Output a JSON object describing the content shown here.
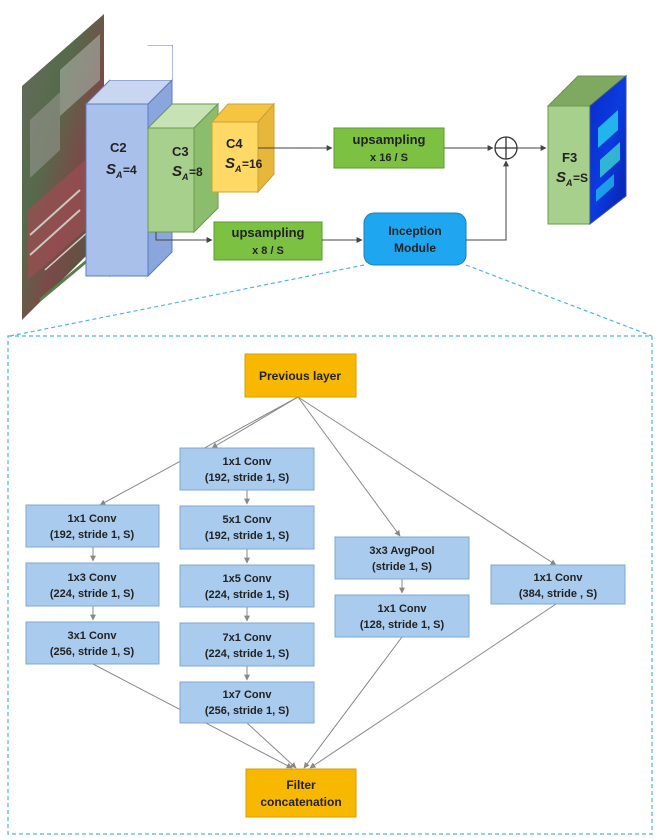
{
  "top": {
    "c2": {
      "name": "C2",
      "sa_label": "S",
      "sa_sub": "A",
      "sa_value": "=4"
    },
    "c3": {
      "name": "C3",
      "sa_label": "S",
      "sa_sub": "A",
      "sa_value": "=8"
    },
    "c4": {
      "name": "C4",
      "sa_label": "S",
      "sa_sub": "A",
      "sa_value": "=16"
    },
    "f3": {
      "name": "F3",
      "sa_label": "S",
      "sa_sub": "A",
      "sa_value": "=S"
    },
    "upsampling_top": {
      "line1": "upsampling",
      "line2": "x 16 / S"
    },
    "upsampling_bottom": {
      "line1": "upsampling",
      "line2": "x 8 / S"
    },
    "inception": {
      "line1": "Inception",
      "line2": "Module"
    },
    "sum_symbol": "+"
  },
  "inception_detail": {
    "previous_layer": "Previous layer",
    "filter_concat": {
      "line1": "Filter",
      "line2": "concatenation"
    },
    "col_a": [
      {
        "line1": "1x1 Conv",
        "line2": "(192, stride 1, S)"
      },
      {
        "line1": "1x3 Conv",
        "line2": "(224, stride 1, S)"
      },
      {
        "line1": "3x1 Conv",
        "line2": "(256, stride 1, S)"
      }
    ],
    "col_b": [
      {
        "line1": "1x1 Conv",
        "line2": "(192, stride 1, S)"
      },
      {
        "line1": "5x1 Conv",
        "line2": "(192, stride 1, S)"
      },
      {
        "line1": "1x5 Conv",
        "line2": "(224, stride 1, S)"
      },
      {
        "line1": "7x1 Conv",
        "line2": "(224, stride 1, S)"
      },
      {
        "line1": "1x7 Conv",
        "line2": "(256, stride 1, S)"
      }
    ],
    "col_c": [
      {
        "line1": "3x3 AvgPool",
        "line2": "(stride 1, S)"
      },
      {
        "line1": "1x1 Conv",
        "line2": "(128, stride 1, S)"
      }
    ],
    "col_d": [
      {
        "line1": "1x1 Conv",
        "line2": "(384, stride , S)"
      }
    ]
  },
  "colors": {
    "c2_front": "#a9c0ea",
    "c3_front": "#a8d08d",
    "c4_front": "#ffd966",
    "upsampling": "#7dc142",
    "inception": "#1ea7f0",
    "conv_box": "#a9cbee",
    "gold_box": "#f9b800",
    "dashed": "#4cb5e0"
  }
}
